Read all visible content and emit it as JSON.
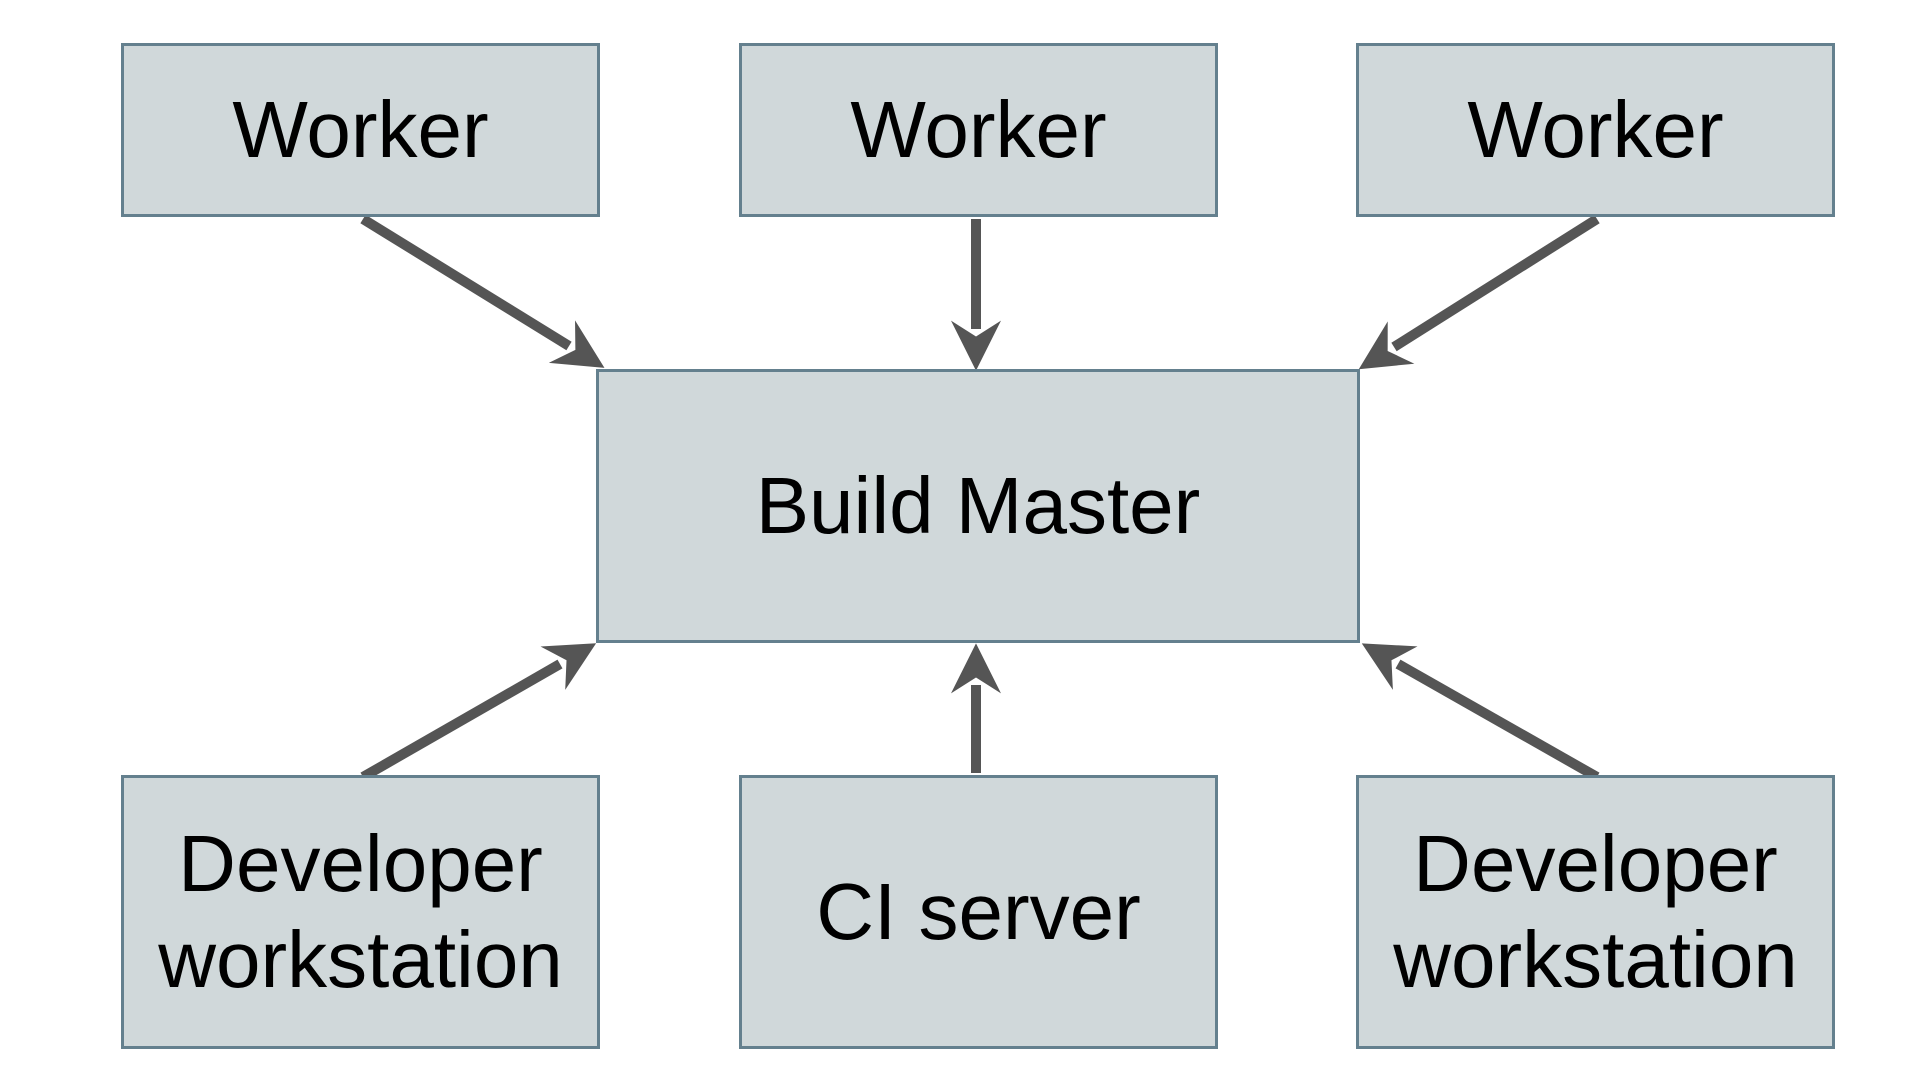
{
  "diagram": {
    "background_color": "#ffffff",
    "node_fill_color": "#d0d8da",
    "node_border_color": "#64808e",
    "arrow_color": "#555555",
    "text_color": "#000000",
    "nodes": [
      {
        "id": "worker-1",
        "label": "Worker"
      },
      {
        "id": "worker-2",
        "label": "Worker"
      },
      {
        "id": "worker-3",
        "label": "Worker"
      },
      {
        "id": "build-master",
        "label": "Build Master"
      },
      {
        "id": "developer-workstation-left",
        "label": "Developer workstation"
      },
      {
        "id": "ci-server",
        "label": "CI server"
      },
      {
        "id": "developer-workstation-right",
        "label": "Developer workstation"
      }
    ],
    "edges": [
      {
        "from": "worker-1",
        "to": "build-master"
      },
      {
        "from": "worker-2",
        "to": "build-master"
      },
      {
        "from": "worker-3",
        "to": "build-master"
      },
      {
        "from": "developer-workstation-left",
        "to": "build-master"
      },
      {
        "from": "ci-server",
        "to": "build-master"
      },
      {
        "from": "developer-workstation-right",
        "to": "build-master"
      }
    ]
  }
}
